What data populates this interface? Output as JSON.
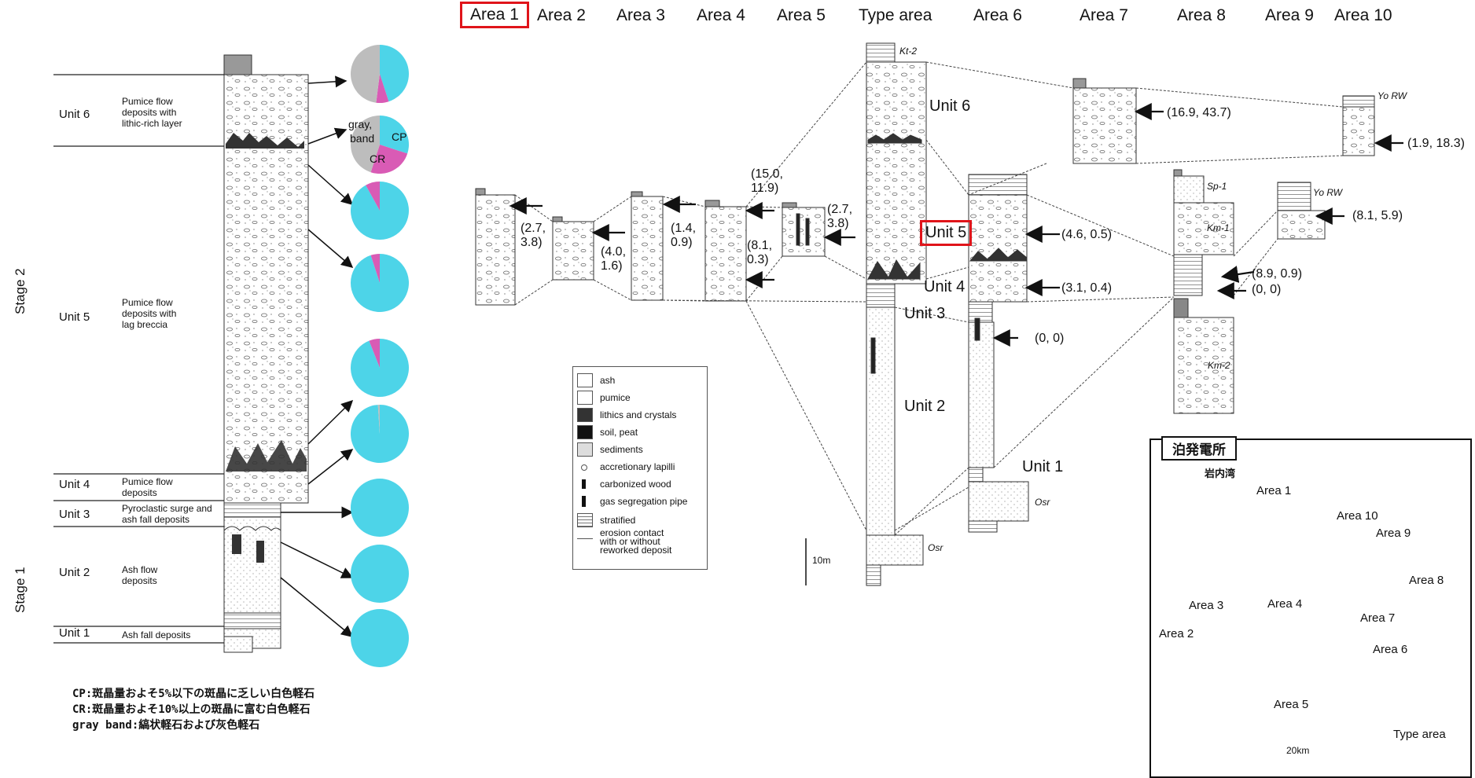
{
  "headers": [
    "Area 1",
    "Area 2",
    "Area 3",
    "Area 4",
    "Area 5",
    "Type area",
    "Area 6",
    "Area 7",
    "Area 8",
    "Area 9",
    "Area 10"
  ],
  "stages": {
    "stage2": "Stage 2",
    "stage1": "Stage 1"
  },
  "units_left": [
    {
      "label": "Unit 6",
      "desc": [
        "Pumice flow",
        "deposits with",
        "lithic-rich layer"
      ]
    },
    {
      "label": "Unit 5",
      "desc": [
        "Pumice flow",
        "deposits with",
        "lag breccia"
      ]
    },
    {
      "label": "Unit 4",
      "desc": [
        "Pumice flow",
        "deposits"
      ]
    },
    {
      "label": "Unit 3",
      "desc": [
        "Pyroclastic surge and",
        "ash fall deposits"
      ]
    },
    {
      "label": "Unit 2",
      "desc": [
        "Ash flow",
        "deposits"
      ]
    },
    {
      "label": "Unit 1",
      "desc": [
        "Ash fall deposits"
      ]
    }
  ],
  "pie_labels": {
    "gray": "gray,",
    "band": "band",
    "cp": "CP",
    "cr": "CR"
  },
  "pies": [
    {
      "cp": 0.45,
      "cr": 0.07,
      "gray": 0.48
    },
    {
      "cp": 0.3,
      "cr": 0.25,
      "gray": 0.45
    },
    {
      "cp": 0.92,
      "cr": 0.08,
      "gray": 0.0
    },
    {
      "cp": 0.95,
      "cr": 0.05,
      "gray": 0.0
    },
    {
      "cp": 0.94,
      "cr": 0.06,
      "gray": 0.0
    },
    {
      "cp": 0.99,
      "cr": 0.0,
      "gray": 0.01
    },
    {
      "cp": 1.0,
      "cr": 0.0,
      "gray": 0.0
    },
    {
      "cp": 1.0,
      "cr": 0.0,
      "gray": 0.0
    },
    {
      "cp": 1.0,
      "cr": 0.0,
      "gray": 0.0
    }
  ],
  "notes": [
    "CP:斑晶量およそ5%以下の斑晶に乏しい白色軽石",
    "CR:斑晶量およそ10%以上の斑晶に富む白色軽石",
    "gray band:縞状軽石および灰色軽石"
  ],
  "coords": [
    "(2.7,",
    "3.8)",
    "(4.0,",
    "1.6)",
    "(1.4,",
    "0.9)",
    "(8.1,",
    "0.3)",
    "(15.0,",
    "11.9)",
    "(2.7,",
    "3.8)",
    "(16.9, 43.7)",
    "(1.9, 18.3)",
    "(4.6, 0.5)",
    "(3.1, 0.4)",
    "(0, 0)",
    "(8.9, 0.9)",
    "(0, 0)",
    "(8.1, 5.9)"
  ],
  "units_big": [
    "Unit 6",
    "Unit 5",
    "Unit 4",
    "Unit 3",
    "Unit 2",
    "Unit 1"
  ],
  "small_labels": [
    "Kt-2",
    "Yo RW",
    "Sp-1",
    "Km-1",
    "Yo RW",
    "Km-2",
    "Osr",
    "Osr"
  ],
  "legend": [
    "ash",
    "pumice",
    "lithics and crystals",
    "soil, peat",
    "sediments",
    "accretionary lapilli",
    "carbonized wood",
    "gas segregation pipe",
    "stratified",
    "erosion contact",
    "with or without",
    "reworked deposit"
  ],
  "scale": "10m",
  "map": {
    "title": "泊発電所",
    "bay": "岩内湾",
    "areas": [
      "Area 1",
      "Area 10",
      "Area 9",
      "Area 8",
      "Area 3",
      "Area 4",
      "Area 7",
      "Area 2",
      "Area 6",
      "Area 5",
      "Type area"
    ],
    "scale": "20km"
  },
  "colors": {
    "cp": "#4dd4e8",
    "cr": "#d95bb5",
    "gray": "#bdbdbd",
    "highlight": "#e0141a",
    "dot": "#1a35e0"
  }
}
